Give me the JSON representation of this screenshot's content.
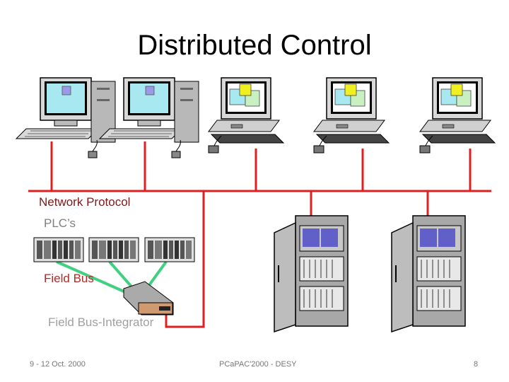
{
  "title": "Distributed Control",
  "labels": {
    "network": "Network Protocol",
    "plcs": "PLC’s",
    "field_bus": "Field Bus",
    "integrator": "Field Bus-Integrator"
  },
  "footer": {
    "date": "9 - 12 Oct. 2000",
    "event": "PCaPAC'2000 - DESY",
    "page": "8"
  },
  "colors": {
    "network_line": "#e02020",
    "field_bus_line": "#40d080",
    "screen": "#a8e8f0",
    "cabinet": "#a8a8a8"
  }
}
